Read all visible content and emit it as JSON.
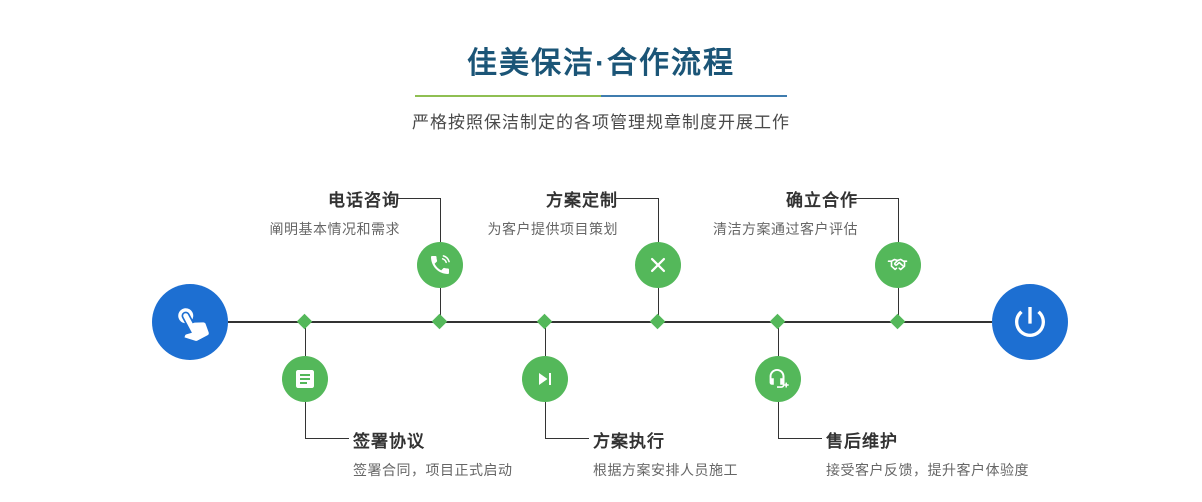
{
  "header": {
    "title": "佳美保洁·合作流程",
    "subtitle": "严格按照保洁制定的各项管理规章制度开展工作"
  },
  "process": {
    "start_icon": "pointing-hand-icon",
    "end_icon": "power-icon",
    "steps_top": [
      {
        "label": "电话咨询",
        "desc": "阐明基本情况和需求",
        "icon": "phone-icon"
      },
      {
        "label": "方案定制",
        "desc": "为客户提供项目策划",
        "icon": "design-tools-icon"
      },
      {
        "label": "确立合作",
        "desc": "清洁方案通过客户评估",
        "icon": "handshake-icon"
      }
    ],
    "steps_bottom": [
      {
        "label": "签署协议",
        "desc": "签署合同，项目正式启动",
        "icon": "sign-document-icon"
      },
      {
        "label": "方案执行",
        "desc": "根据方案安排人员施工",
        "icon": "play-next-icon"
      },
      {
        "label": "售后维护",
        "desc": "接受客户反馈，提升客户体验度",
        "icon": "headset-support-icon"
      }
    ]
  },
  "colors": {
    "title": "#1b5577",
    "step_green": "#54b85a",
    "endpoint_blue": "#1d6fd2",
    "line": "#333333",
    "divider_green": "#8fbf52",
    "divider_blue": "#3f7cae",
    "label_text": "#333333",
    "desc_text": "#666666"
  }
}
